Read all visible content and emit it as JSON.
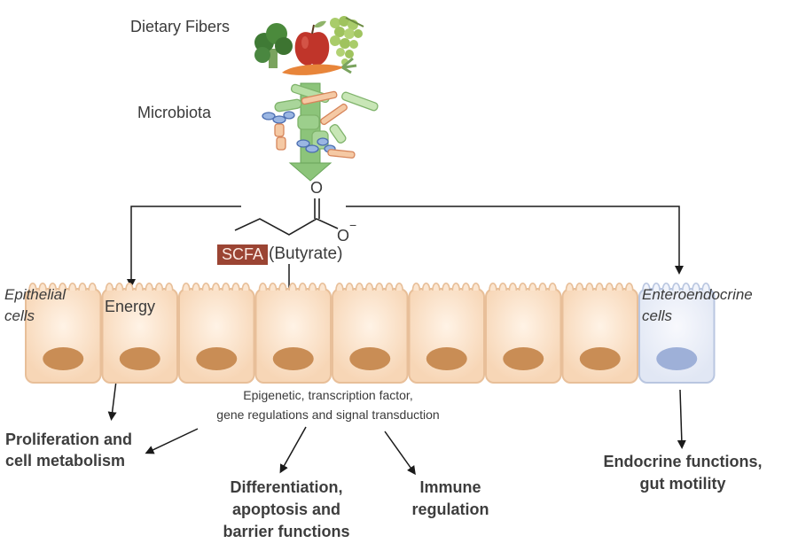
{
  "title_labels": {
    "dietary_fibers": "Dietary Fibers",
    "microbiota": "Microbiota"
  },
  "molecule": {
    "oxygen_top": "O",
    "oxygen_bottom": "O",
    "charge": "−",
    "badge": "SCFA",
    "name": "(Butyrate)"
  },
  "cells": {
    "epithelial_label_line1": "Epithelial",
    "epithelial_label_line2": "cells",
    "enteroendocrine_label_line1": "Enteroendocrine",
    "enteroendocrine_label_line2": "cells",
    "energy_label": "Energy",
    "epithelial_count": 8,
    "enteroendocrine_count": 1
  },
  "mechanism": {
    "line1": "Epigenetic, transcription factor,",
    "line2": "gene regulations and signal transduction"
  },
  "outcomes": {
    "proliferation": [
      "Proliferation and",
      "cell metabolism"
    ],
    "differentiation": [
      "Differentiation,",
      "apoptosis and",
      "barrier functions"
    ],
    "immune": [
      "Immune",
      "regulation"
    ],
    "endocrine": [
      "Endocrine functions,",
      "gut motility"
    ]
  },
  "colors": {
    "cell_fill": "#f9dcc0",
    "cell_stroke": "#e8bf99",
    "nucleus": "#c98d55",
    "enteroendocrine_fill": "#e9eef8",
    "enteroendocrine_stroke": "#b9c6e0",
    "enteroendocrine_nucleus": "#9eb0d8",
    "badge": "#9b4433",
    "arrow_green": "#8cc47a"
  }
}
